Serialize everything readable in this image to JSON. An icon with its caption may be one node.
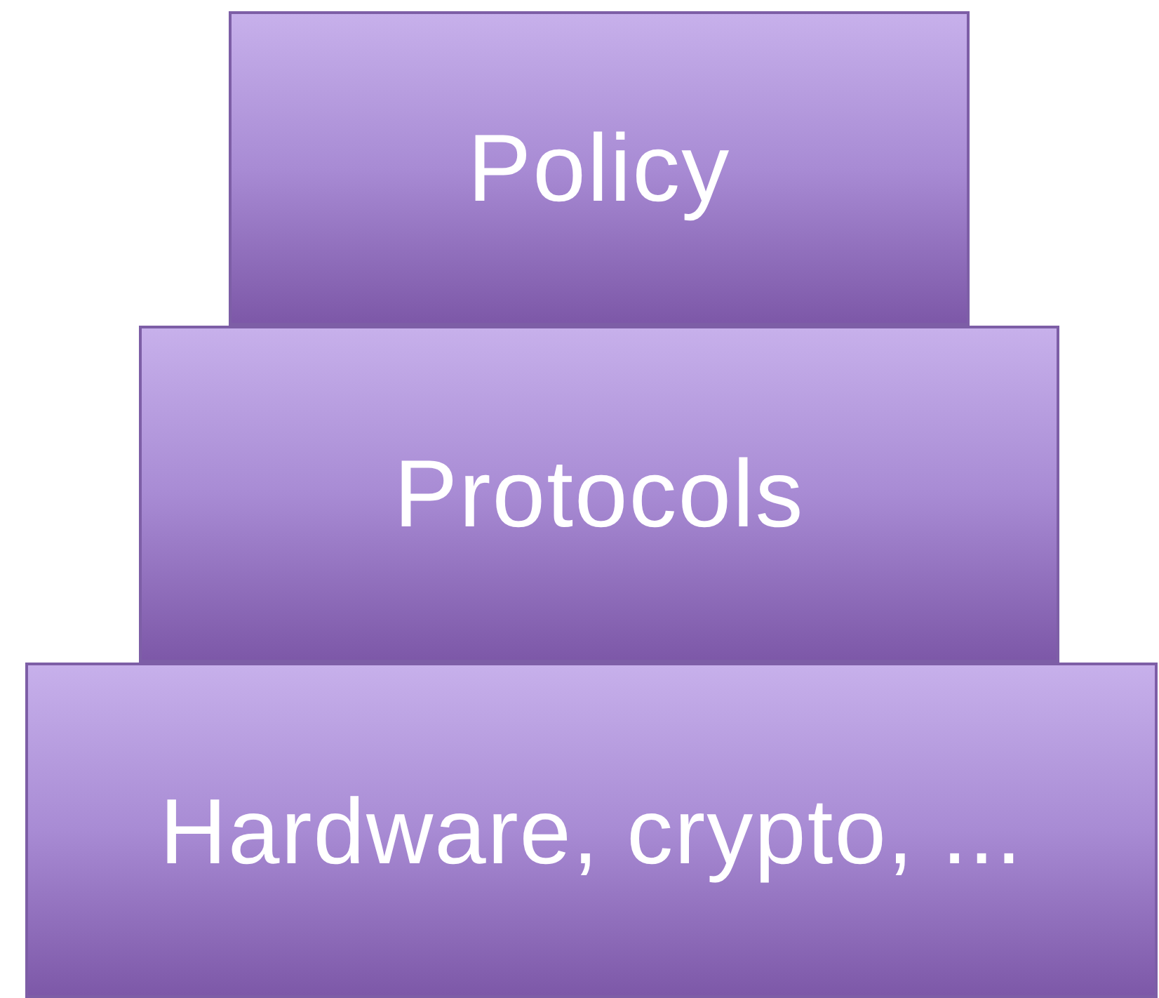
{
  "diagram": {
    "nodes": [
      {
        "text": [
          "Policy"
        ]
      },
      {
        "text": [
          "Protocols"
        ]
      },
      {
        "text": [
          "Hardware, crypto, ..."
        ]
      }
    ]
  }
}
